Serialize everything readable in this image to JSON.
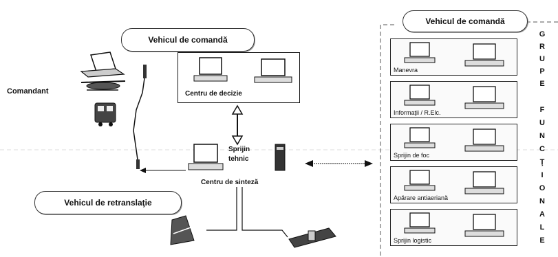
{
  "command_vehicle_left": "Vehicul de comandă",
  "command_vehicle_right": "Vehicul de comandă",
  "relay_vehicle": "Vehicul de retranslaţie",
  "commander": "Comandant",
  "decision_center": "Centru de decizie",
  "technical_support": [
    "Sprijin",
    "tehnic"
  ],
  "synthesis_center": "Centru de sinteză",
  "functional_panels": [
    "Manevra",
    "Informaţii / R.Elc.",
    "Sprijin de foc",
    "Apărare antiaeriană",
    "Sprijin logistic"
  ],
  "functional_groups_letters": [
    "G",
    "R",
    "U",
    "P",
    "E",
    "F",
    "U",
    "N",
    "C",
    "Ţ",
    "I",
    "O",
    "N",
    "A",
    "L",
    "E"
  ]
}
